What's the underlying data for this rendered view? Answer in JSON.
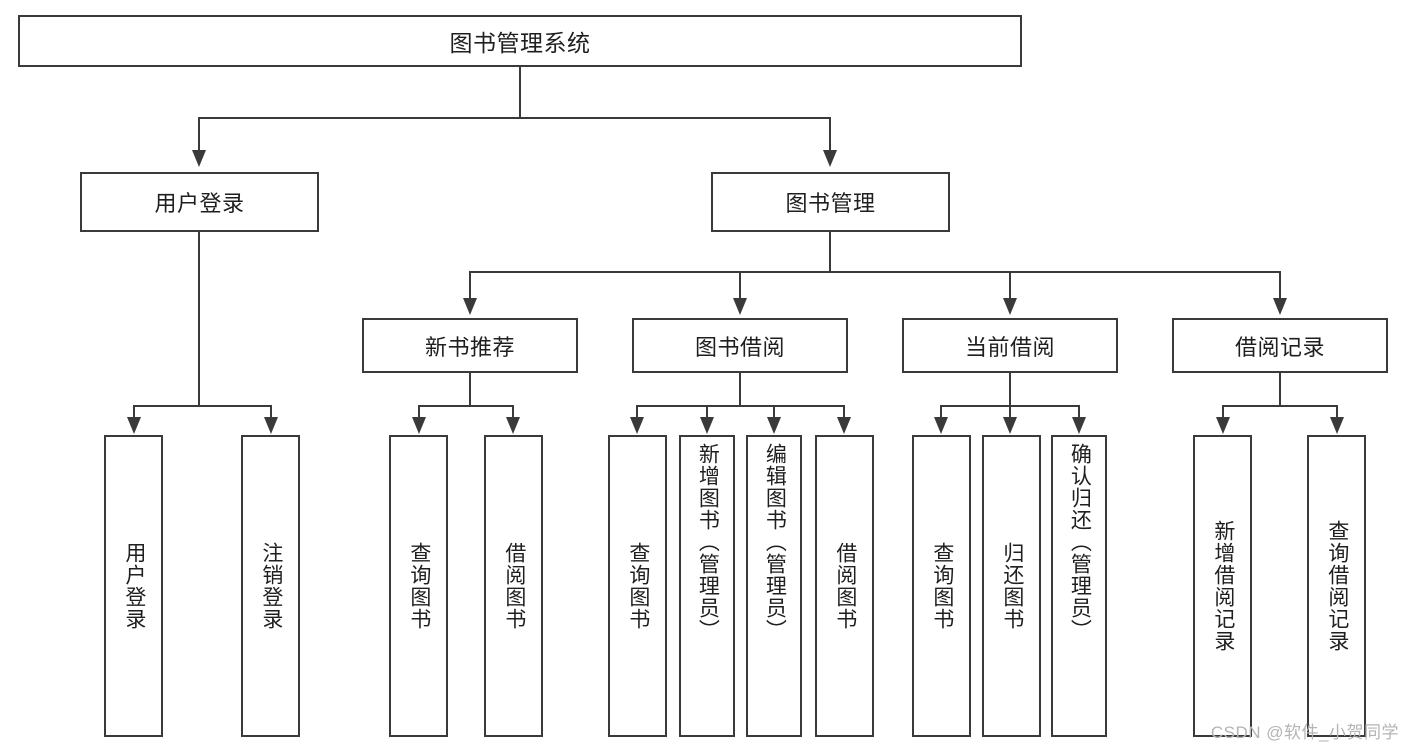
{
  "diagram": {
    "type": "tree",
    "title": "图书管理系统",
    "root": {
      "label": "图书管理系统"
    },
    "level2": [
      {
        "label": "用户登录"
      },
      {
        "label": "图书管理"
      }
    ],
    "level3": [
      {
        "label": "新书推荐"
      },
      {
        "label": "图书借阅"
      },
      {
        "label": "当前借阅"
      },
      {
        "label": "借阅记录"
      }
    ],
    "leaves": {
      "user_login": [
        {
          "label": "用户登录"
        },
        {
          "label": "注销登录"
        }
      ],
      "new_book_recommend": [
        {
          "label": "查询图书"
        },
        {
          "label": "借阅图书"
        }
      ],
      "book_borrow": [
        {
          "label": "查询图书"
        },
        {
          "label": "新增图书（管理员）"
        },
        {
          "label": "编辑图书（管理员）"
        },
        {
          "label": "借阅图书"
        }
      ],
      "current_borrow": [
        {
          "label": "查询图书"
        },
        {
          "label": "归还图书"
        },
        {
          "label": "确认归还（管理员）"
        }
      ],
      "borrow_record": [
        {
          "label": "新增借阅记录"
        },
        {
          "label": "查询借阅记录"
        }
      ]
    }
  },
  "watermark": {
    "text": "CSDN @软件_小贺同学"
  },
  "colors": {
    "stroke": "#3a3a3a",
    "text": "#1f1f1f",
    "background": "#ffffff",
    "watermark": "#b4b4b4"
  }
}
